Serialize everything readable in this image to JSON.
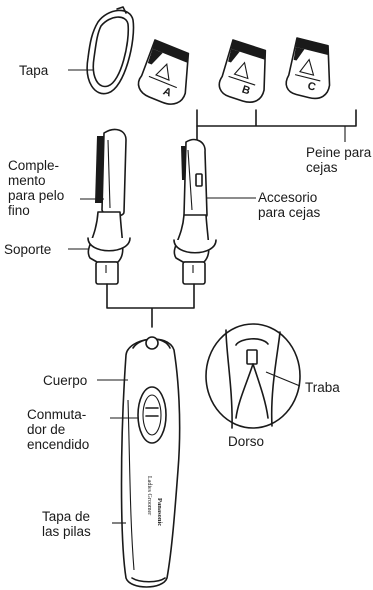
{
  "labels": {
    "tapa": "Tapa",
    "peine": "Peine para\ncejas",
    "complemento": "Comple-\nmento\npara pelo\nfino",
    "accesorio": "Accesorio\npara cejas",
    "soporte": "Soporte",
    "cuerpo": "Cuerpo",
    "conmutador": "Conmuta-\ndor de\nencendido",
    "traba": "Traba",
    "dorso": "Dorso",
    "tapa_pilas": "Tapa de\nlas pilas"
  },
  "comb_letters": [
    "A",
    "B",
    "C"
  ],
  "body_text": {
    "model": "Panasonic",
    "series": "Ladies Groomer"
  }
}
